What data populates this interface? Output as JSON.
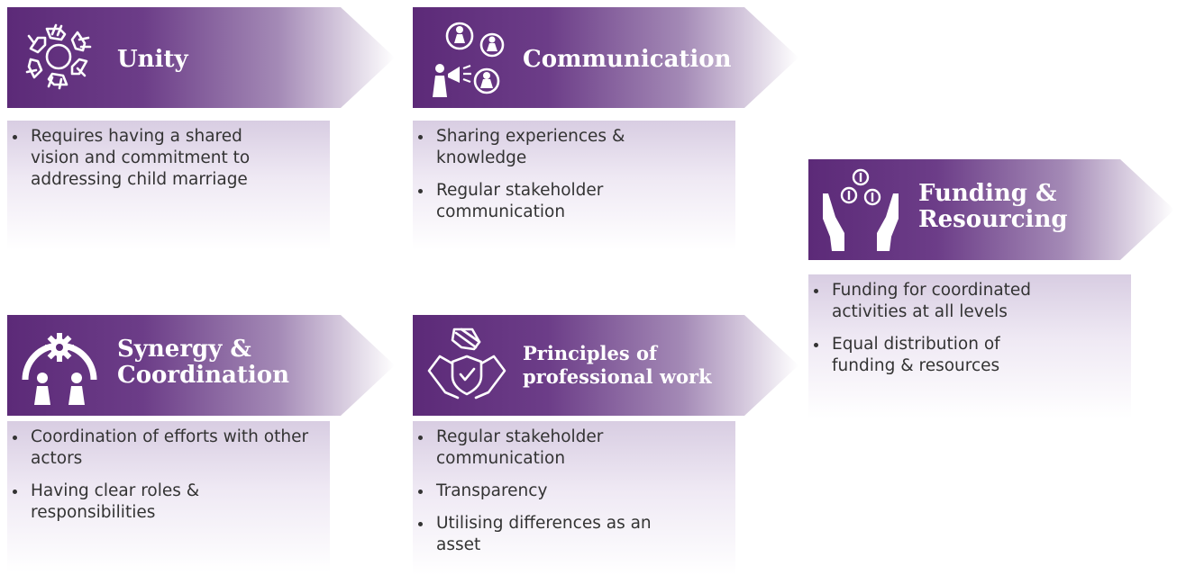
{
  "cards": {
    "unity": {
      "title": "Unity",
      "icon": "hands-circle-icon",
      "bullets": [
        "Requires having a shared vision and commitment to addressing child marriage"
      ]
    },
    "communication": {
      "title": "Communication",
      "icon": "people-megaphone-icon",
      "bullets": [
        "Sharing experiences & knowledge",
        "Regular stakeholder communication"
      ]
    },
    "funding": {
      "title_line1": "Funding &",
      "title_line2": "Resourcing",
      "icon": "hands-coins-icon",
      "bullets": [
        "Funding for coordinated activities at all levels",
        "Equal distribution of funding & resources"
      ]
    },
    "synergy": {
      "title_line1": "Synergy &",
      "title_line2": "Coordination",
      "icon": "people-gear-icon",
      "bullets": [
        "Coordination of efforts with other actors",
        "Having clear roles & responsibilities"
      ]
    },
    "principles": {
      "title_line1": "Principles of",
      "title_line2": "professional work",
      "icon": "handshake-shield-icon",
      "bullets": [
        "Regular stakeholder communication",
        "Transparency",
        "Utilising differences as an asset"
      ]
    }
  },
  "colors": {
    "primary": "#5c2a78",
    "text": "#333333"
  }
}
